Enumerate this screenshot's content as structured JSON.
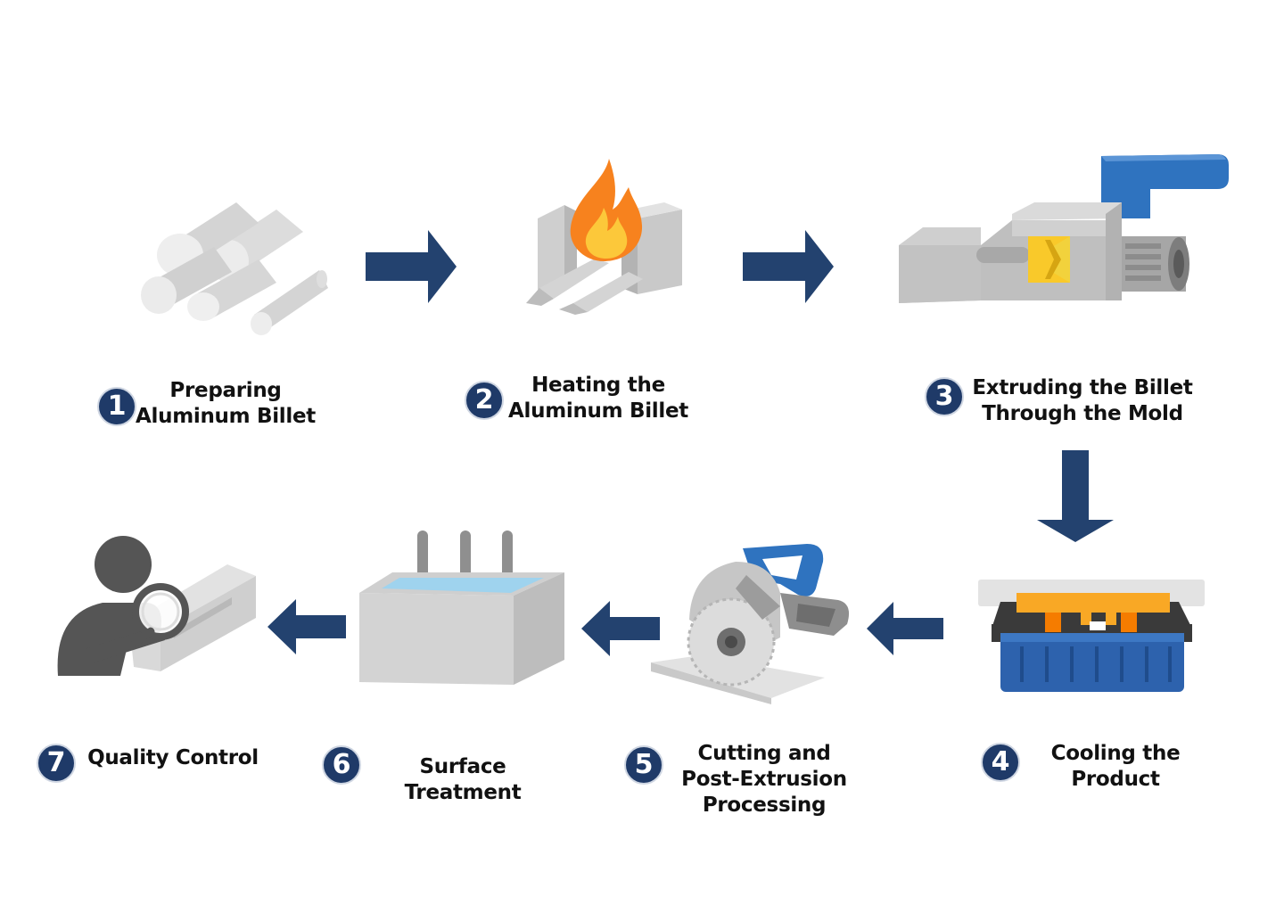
{
  "colors": {
    "navy": "#1f3a68",
    "arrow": "#23426f",
    "metal_light": "#d9d9d9",
    "metal_mid": "#c4c4c4",
    "metal_dark": "#a6a6a6",
    "flame_orange": "#f7821e",
    "flame_yellow": "#fcc83a",
    "accent_blue": "#2f73bf",
    "mold_orange": "#f9a825",
    "water": "#9fd3ee",
    "person_gray": "#555555"
  },
  "steps": [
    {
      "number": "1",
      "lines": [
        "Preparing",
        "Aluminum Billet"
      ],
      "icon": "aluminum-billets-icon"
    },
    {
      "number": "2",
      "lines": [
        "Heating the",
        "Aluminum Billet"
      ],
      "icon": "furnace-flame-icon"
    },
    {
      "number": "3",
      "lines": [
        "Extruding the Billet",
        "Through the Mold"
      ],
      "icon": "extrusion-press-icon"
    },
    {
      "number": "4",
      "lines": [
        "Cooling the",
        "Product"
      ],
      "icon": "cooling-mold-icon"
    },
    {
      "number": "5",
      "lines": [
        "Cutting and",
        "Post-Extrusion",
        "Processing"
      ],
      "icon": "circular-saw-icon"
    },
    {
      "number": "6",
      "lines": [
        "Surface",
        "Treatment"
      ],
      "icon": "treatment-tank-icon"
    },
    {
      "number": "7",
      "lines": [
        "Quality Control"
      ],
      "icon": "inspector-magnifier-icon"
    }
  ],
  "arrows": [
    "right-arrow-icon",
    "right-arrow-icon",
    "down-arrow-icon",
    "left-arrow-icon",
    "left-arrow-icon",
    "left-arrow-icon"
  ]
}
